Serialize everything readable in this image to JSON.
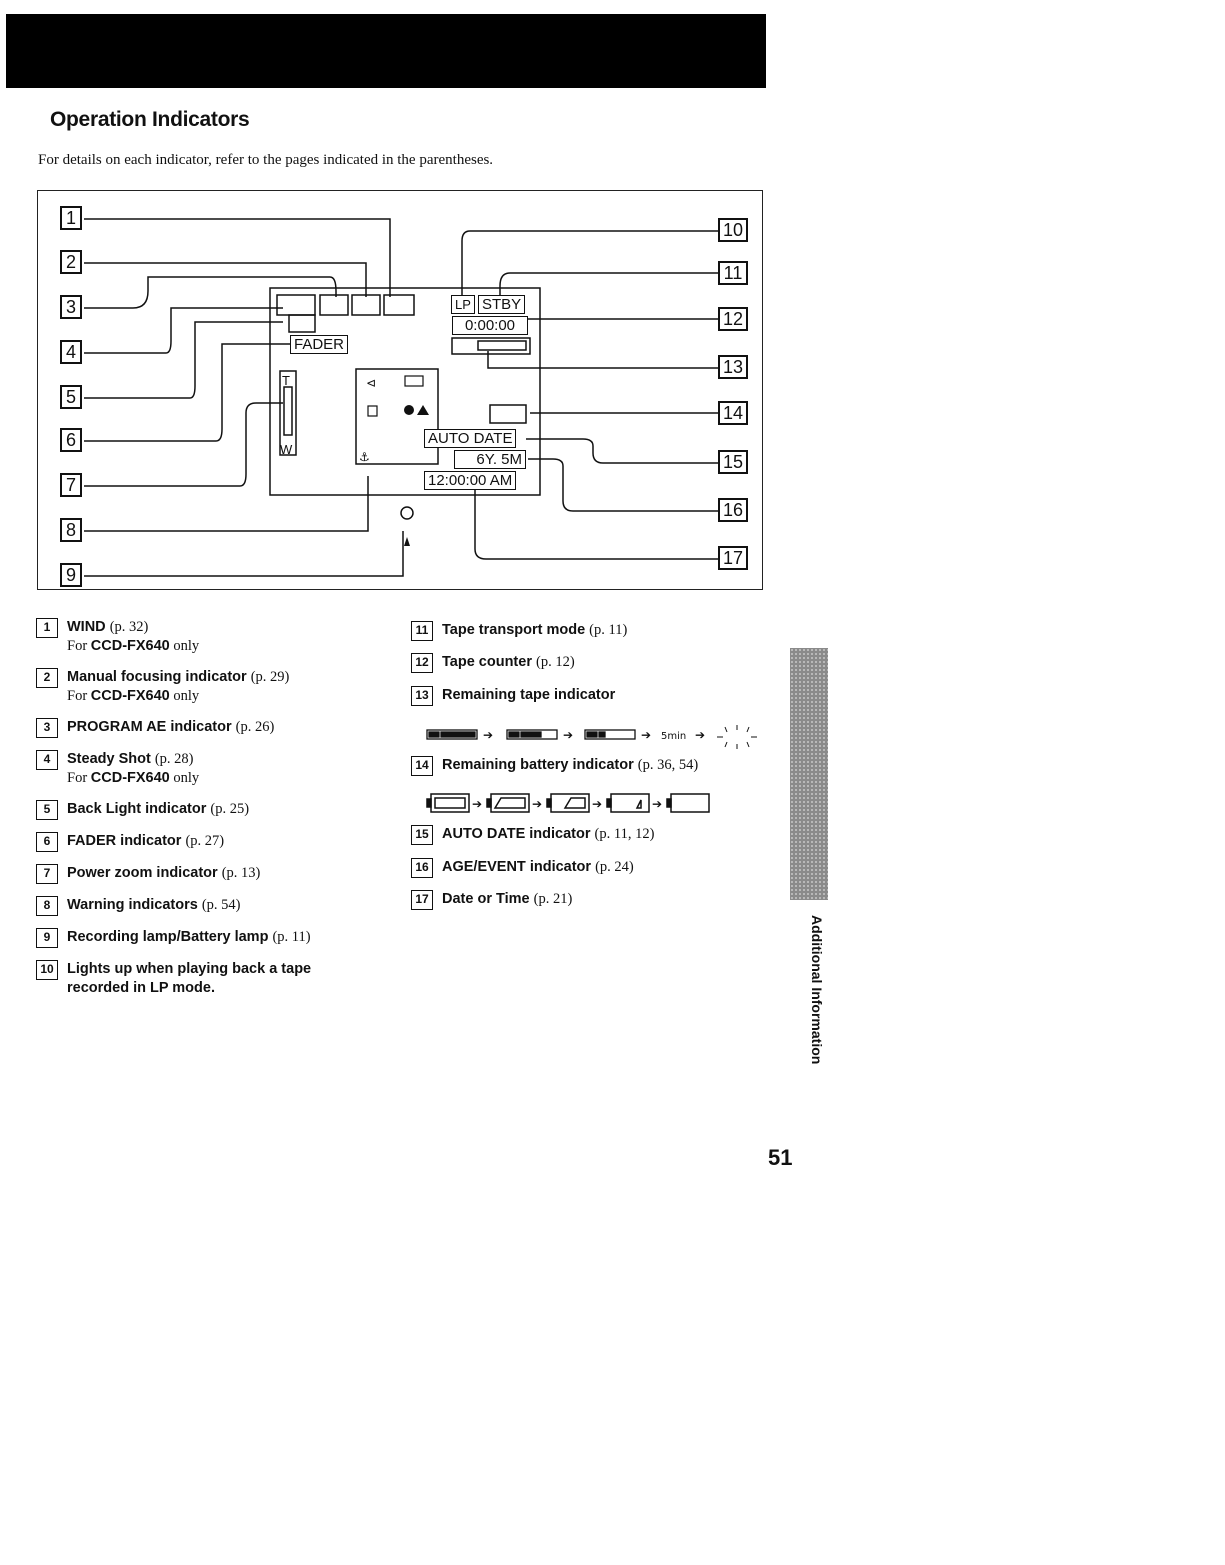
{
  "page": {
    "title": "Operation Indicators",
    "intro": "For details on each indicator, refer to the pages indicated in the parentheses.",
    "side_label": "Additional Information",
    "page_number": "51"
  },
  "diagram": {
    "callouts": [
      "1",
      "2",
      "3",
      "4",
      "5",
      "6",
      "7",
      "8",
      "9",
      "10",
      "11",
      "12",
      "13",
      "14",
      "15",
      "16",
      "17"
    ],
    "screen": {
      "lp": "LP",
      "stby": "STBY",
      "counter": "0:00:00",
      "fader": "FADER",
      "auto_date": "AUTO DATE",
      "age": "6Y. 5M",
      "time": "12:00:00 AM",
      "zoom_tele": "T",
      "zoom_wide": "W"
    }
  },
  "legend": {
    "left": [
      {
        "num": "1",
        "name": "WIND",
        "page": "(p. 32)",
        "note_prefix": "For ",
        "note_model": "CCD-FX640",
        "note_suffix": " only"
      },
      {
        "num": "2",
        "name": "Manual focusing indicator",
        "page": "(p. 29)",
        "note_prefix": "For ",
        "note_model": "CCD-FX640",
        "note_suffix": " only"
      },
      {
        "num": "3",
        "name": "PROGRAM AE indicator",
        "page": "(p. 26)"
      },
      {
        "num": "4",
        "name": "Steady Shot",
        "page": "(p. 28)",
        "note_prefix": "For ",
        "note_model": "CCD-FX640",
        "note_suffix": " only"
      },
      {
        "num": "5",
        "name": "Back Light indicator",
        "page": "(p. 25)"
      },
      {
        "num": "6",
        "name": "FADER indicator",
        "page": "(p. 27)"
      },
      {
        "num": "7",
        "name": "Power zoom indicator",
        "page": "(p. 13)"
      },
      {
        "num": "8",
        "name": "Warning indicators",
        "page": "(p. 54)"
      },
      {
        "num": "9",
        "name": "Recording lamp/Battery lamp",
        "page": "(p. 11)"
      },
      {
        "num": "10",
        "name": "Lights up when playing back a tape",
        "name2": "recorded in LP mode."
      }
    ],
    "right": [
      {
        "num": "11",
        "name": "Tape transport mode",
        "page": "(p. 11)"
      },
      {
        "num": "12",
        "name": "Tape counter",
        "page": "(p. 12)"
      },
      {
        "num": "13",
        "name": "Remaining tape indicator",
        "page": ""
      },
      {
        "num": "14",
        "name": "Remaining battery indicator",
        "page": "(p. 36, 54)"
      },
      {
        "num": "15",
        "name": "AUTO DATE indicator",
        "page": "(p. 11, 12)"
      },
      {
        "num": "16",
        "name": "AGE/EVENT indicator",
        "page": "(p. 24)"
      },
      {
        "num": "17",
        "name": "Date or Time",
        "page": "(p. 21)"
      }
    ],
    "tape_sequence_label": "5min"
  }
}
